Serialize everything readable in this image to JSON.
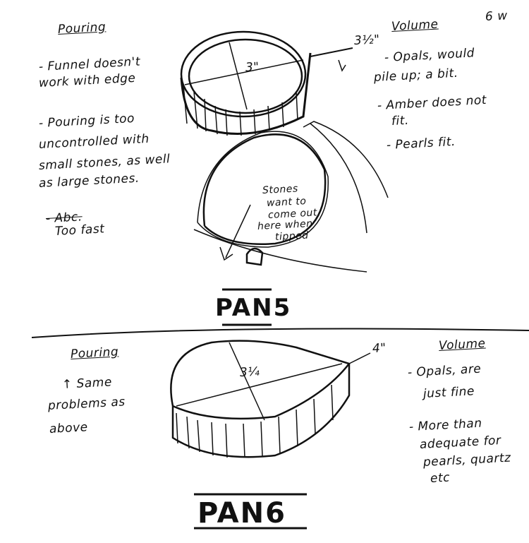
{
  "corner_mark": "6 w",
  "pan5": {
    "title": "PAN5",
    "pouring": {
      "heading": "Pouring",
      "notes": [
        "- Funnel doesn't",
        "work with edge",
        "- Pouring is too",
        "uncontrolled with",
        "small stones, as well",
        "as large stones.",
        "- Abc.",
        "Too fast"
      ]
    },
    "volume": {
      "heading": "Volume",
      "notes": [
        "- Opals, would",
        "pile up; a bit.",
        "- Amber does not",
        "fit.",
        "- Pearls fit."
      ]
    },
    "dimensions": {
      "diameter": "3\"",
      "length": "3½\""
    },
    "callout": [
      "Stones",
      "want to",
      "come out",
      "here when",
      "tipped"
    ]
  },
  "pan6": {
    "title": "PAN6",
    "pouring": {
      "heading": "Pouring",
      "notes": [
        "↑ Same",
        "problems as",
        "above"
      ]
    },
    "volume": {
      "heading": "Volume",
      "notes": [
        "- Opals, are",
        "just fine",
        "- More than",
        "adequate for",
        "pearls, quartz",
        "etc"
      ]
    },
    "dimensions": {
      "diameter": "3¼",
      "length": "4\""
    }
  }
}
